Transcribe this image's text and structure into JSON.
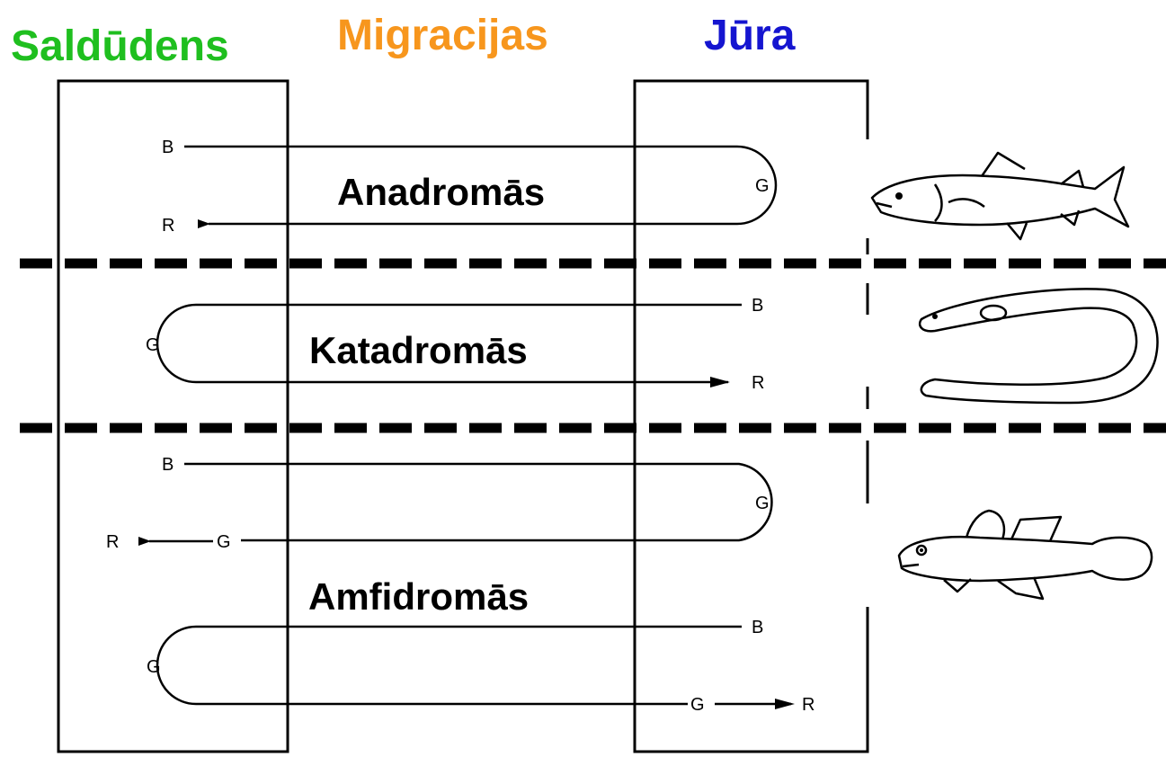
{
  "headers": {
    "freshwater": {
      "text": "Saldūdens",
      "color": "#1fbf1f"
    },
    "migrations": {
      "text": "Migracijas",
      "color": "#f7961d"
    },
    "sea": {
      "text": "Jūra",
      "color": "#1515d0"
    }
  },
  "groups": {
    "anadromous": {
      "label": "Anadromās",
      "birth": "B",
      "growth": "G",
      "reproduction": "R",
      "fish_icon": "salmon-icon"
    },
    "catadromous": {
      "label": "Katadromās",
      "birth": "B",
      "growth": "G",
      "reproduction": "R",
      "fish_icon": "eel-icon"
    },
    "amphidromous": {
      "label": "Amfidromās",
      "birth_top": "B",
      "growth_top_sea": "G",
      "growth_top_fresh": "G",
      "reproduction_top": "R",
      "birth_bottom": "B",
      "growth_bottom_fresh": "G",
      "growth_bottom_sea": "G",
      "reproduction_bottom": "R",
      "fish_icon": "goby-icon"
    }
  }
}
